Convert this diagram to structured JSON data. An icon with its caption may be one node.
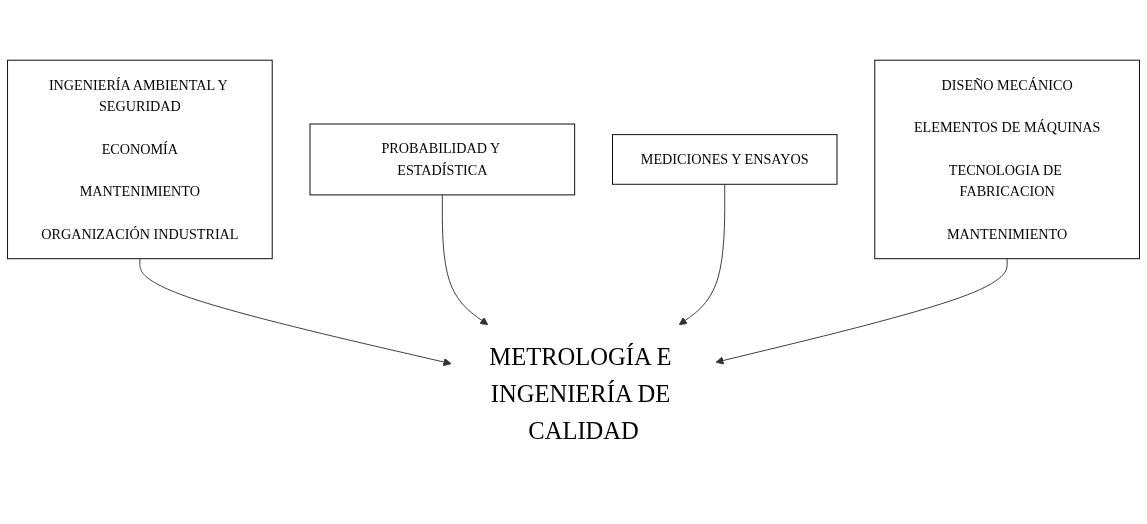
{
  "diagram": {
    "nodes": [
      {
        "text": [
          "PROBABILIDAD Y ESTADÍSTICA"
        ]
      },
      {
        "text": [
          "INGENIERÍA AMBIENTAL Y SEGURIDAD",
          "ECONOMÍA",
          "MANTENIMIENTO",
          "ORGANIZACIÓN INDUSTRIAL"
        ]
      },
      {
        "text": [
          "MEDICIONES Y ENSAYOS"
        ]
      },
      {
        "text": [
          "DISEÑO MECÁNICO",
          "ELEMENTOS DE MÁQUINAS",
          "TECNOLOGIA DE FABRICACION",
          "MANTENIMIENTO"
        ]
      },
      {
        "text": [
          "METROLOGÍA E INGENIERÍA DE CALIDAD"
        ]
      }
    ],
    "edges": [
      {
        "from": 1,
        "to": 4,
        "arrow": "to"
      },
      {
        "from": 0,
        "to": 4,
        "arrow": "to"
      },
      {
        "from": 2,
        "to": 4,
        "arrow": "to"
      },
      {
        "from": 3,
        "to": 4,
        "arrow": "to"
      }
    ]
  }
}
